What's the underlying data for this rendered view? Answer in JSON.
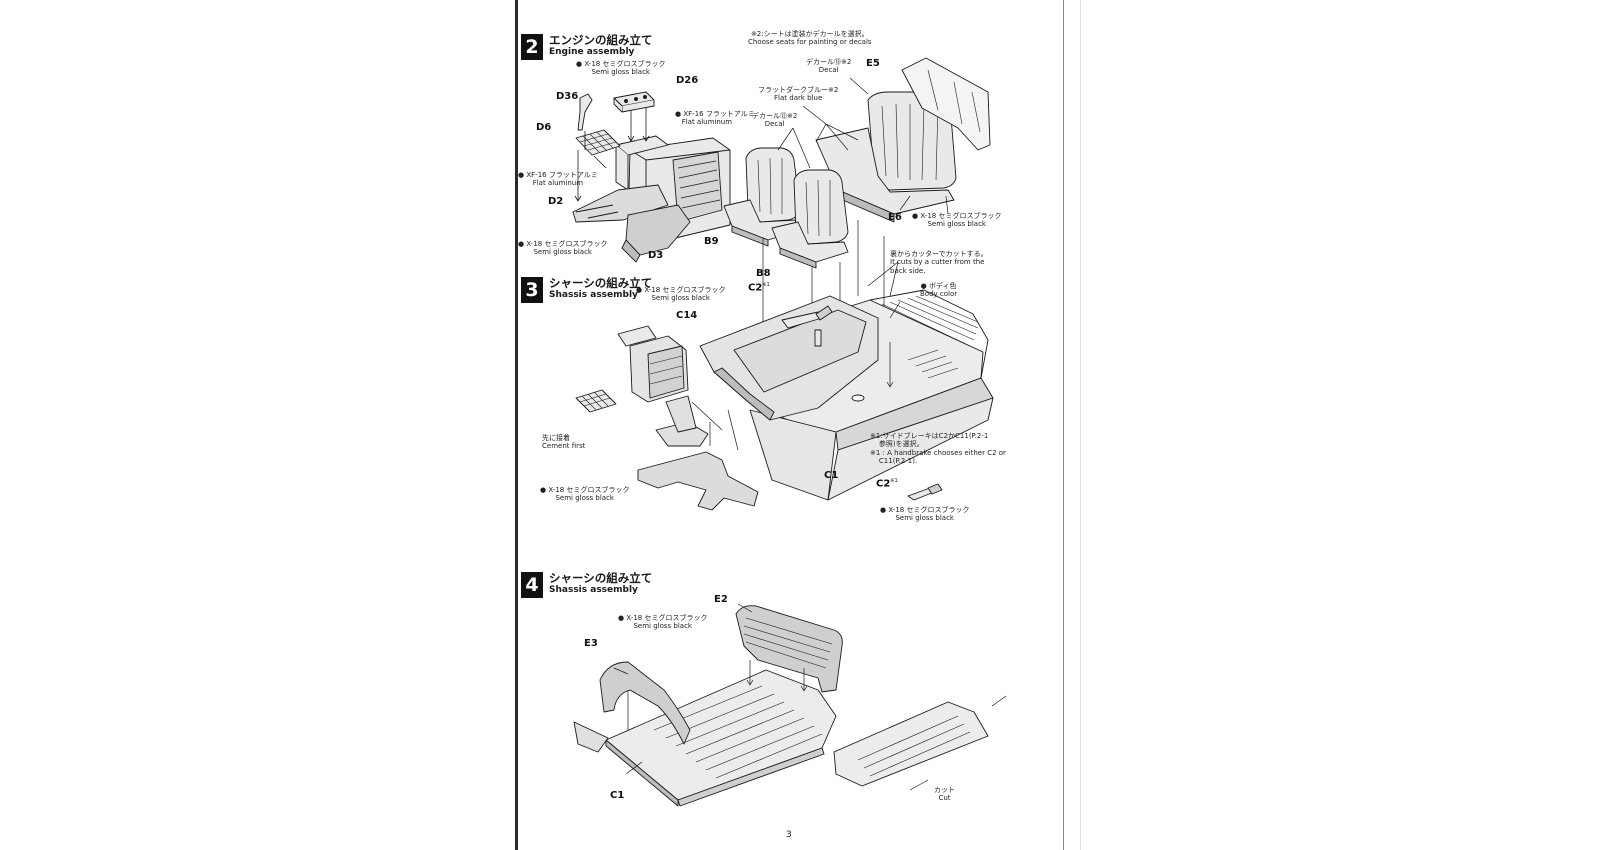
{
  "page_number": "3",
  "steps": [
    {
      "num": "2",
      "title_jp": "エンジンの組み立て",
      "title_en": "Engine assembly"
    },
    {
      "num": "3",
      "title_jp": "シャーシの組み立て",
      "title_en": "Shassis assembly"
    },
    {
      "num": "4",
      "title_jp": "シャーシの組み立て",
      "title_en": "Shassis assembly"
    }
  ],
  "notes": {
    "seats_choice_jp": "※2:シートは塗装かデカールを選択。",
    "seats_choice_en": "Choose seats for painting or decals",
    "decal13_jp": "デカール⑬※2",
    "decal_en": "Decal",
    "flat_dark_blue_jp": "フラットダークブルー※2",
    "flat_dark_blue_en": "Flat dark blue",
    "decal12_jp": "デカール⑫※2",
    "x18_jp": "X-18 セミグロスブラック",
    "x18_en": "Semi gloss black",
    "xf16_jp": "XF-16 フラットアルミ",
    "xf16_en": "Flat aluminum",
    "cutter_jp": "裏からカッターでカットする。",
    "cutter_en1": "It cuts by a cutter from the",
    "cutter_en2": "back side.",
    "body_color_jp": "ボディ色",
    "body_color_en": "Body color",
    "cement_jp": "先に接着",
    "cement_en": "Cement first",
    "handbrake_jp1": "※1:サイドブレーキはC2かC11(P.2-1",
    "handbrake_jp2": "参照)を選択。",
    "handbrake_en1": "※1 : A handbrake chooses either C2 or",
    "handbrake_en2": "C11(P.2-1).",
    "cut_jp": "カット",
    "cut_en": "Cut"
  },
  "parts": {
    "d26": "D26",
    "d36": "D36",
    "d6": "D6",
    "d2": "D2",
    "d3": "D3",
    "e5": "E5",
    "e6": "E6",
    "b9": "B9",
    "b8": "B8",
    "c2": "C2",
    "c2_note": "※1",
    "c14": "C14",
    "c1": "C1",
    "e2": "E2",
    "e3": "E3"
  },
  "colors": {
    "ink": "#1a1a1a",
    "part_fill": "#e9e9e9",
    "shade": "#bdbdbd"
  }
}
